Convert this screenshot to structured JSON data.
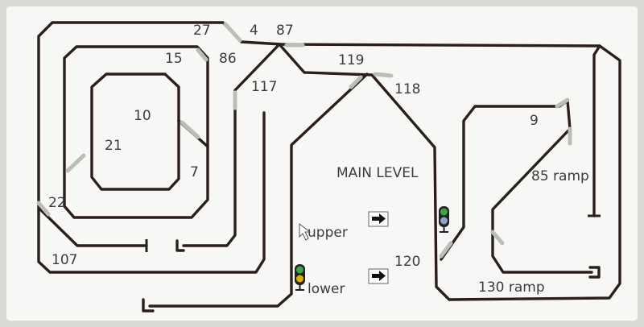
{
  "panel": {
    "title": "MAIN LEVEL",
    "background": "#f7f7f5",
    "track_color": "#2b1f1c",
    "turnout_color": "#bdbdb8"
  },
  "labels": {
    "t27": "27",
    "t4": "4",
    "t87": "87",
    "t15": "15",
    "t86": "86",
    "t119": "119",
    "t117": "117",
    "t118": "118",
    "t10": "10",
    "t21": "21",
    "t7": "7",
    "t9": "9",
    "t22": "22",
    "t107": "107",
    "t120": "120",
    "ramp85": "85 ramp",
    "ramp130": "130 ramp",
    "upper": "upper",
    "lower": "lower"
  },
  "signals": {
    "upper_signal": {
      "top": "#3aa845",
      "bottom": "#8ea4c6"
    },
    "lower_signal": {
      "top": "#3aa845",
      "bottom": "#e0b000"
    }
  },
  "icons": {
    "upper_arrow": "arrow-right-icon",
    "lower_arrow": "arrow-right-icon",
    "pointer": "mouse-pointer-icon"
  }
}
